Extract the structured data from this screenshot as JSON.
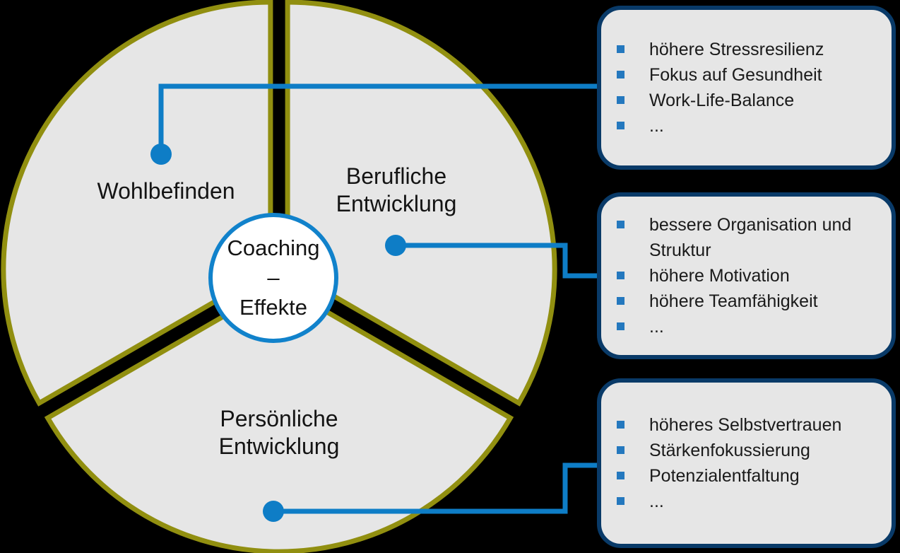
{
  "diagram": {
    "title_circle": {
      "line1": "Coaching",
      "line2": "–",
      "line3": "Effekte"
    },
    "sectors": [
      {
        "label": "Wohlbefinden"
      },
      {
        "label": "Berufliche Entwicklung"
      },
      {
        "label": "Persönliche Entwicklung"
      }
    ]
  },
  "boxes": [
    {
      "items": [
        "höhere Stressresilienz",
        "Fokus auf Gesundheit",
        "Work-Life-Balance",
        "..."
      ]
    },
    {
      "items": [
        "bessere Organisation und Struktur",
        "höhere Motivation",
        "höhere Teamfähigkeit",
        "..."
      ]
    },
    {
      "items": [
        "höheres Selbstvertrauen",
        "Stärkenfokussierung",
        "Potenzialentfaltung",
        "..."
      ]
    }
  ],
  "colors": {
    "background": "#000000",
    "sector_fill": "#e6e6e6",
    "sector_border_olive": "#918f10",
    "callout_fill": "#e6e6e6",
    "callout_border_navy": "#093a68",
    "connector_blue": "#0e7dc6",
    "bullet_blue": "#2478be",
    "center_circle_ring": "#1182cb",
    "center_circle_fill": "#ffffff",
    "text": "#141414"
  }
}
